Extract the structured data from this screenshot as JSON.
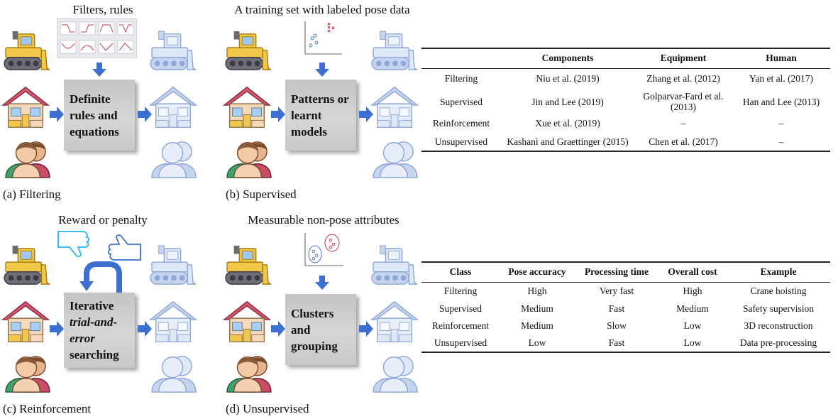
{
  "panels": [
    {
      "title": "Filters, rules",
      "box_lines": [
        "Definite",
        "rules and",
        "equations"
      ],
      "caption": "(a) Filtering"
    },
    {
      "title": "A training set with labeled pose data",
      "box_lines": [
        "Patterns or",
        "learnt",
        "models"
      ],
      "caption": "(b) Supervised"
    },
    {
      "title": "Reward or penalty",
      "box_lines": [
        "Iterative",
        "trial-and-",
        "error",
        "searching"
      ],
      "caption": "(c) Reinforcement"
    },
    {
      "title": "Measurable non-pose attributes",
      "box_lines": [
        "Clusters and",
        "grouping"
      ],
      "caption": "(d) Unsupervised"
    }
  ],
  "icons": [
    "bulldozer-icon",
    "house-icon",
    "people-icon",
    "thumbs-down-icon",
    "thumbs-up-icon",
    "filter-curves-icon",
    "scatter-plot-icon",
    "cluster-plot-icon"
  ],
  "colors": {
    "arrow": "#3d6fd0",
    "bulldozer": "#f0c23a",
    "house_roof": "#d0506a",
    "people_green": "#3fa36b",
    "faded": "#a8bce8"
  },
  "table1": {
    "headers": [
      "",
      "Components",
      "Equipment",
      "Human"
    ],
    "rows": [
      [
        "Filtering",
        "Niu et al. (2019)",
        "Zhang et al. (2012)",
        "Yan et al. (2017)"
      ],
      [
        "Supervised",
        "Jin and Lee (2019)",
        "Golparvar-Fard et al. (2013)",
        "Han and Lee (2013)"
      ],
      [
        "Reinforcement",
        "Xue et al. (2019)",
        "–",
        "–"
      ],
      [
        "Unsupervised",
        "Kashani and Graettinger (2015)",
        "Chen et al. (2017)",
        "–"
      ]
    ]
  },
  "table2": {
    "headers": [
      "Class",
      "Pose accuracy",
      "Processing time",
      "Overall cost",
      "Example"
    ],
    "rows": [
      [
        "Filtering",
        "High",
        "Very fast",
        "High",
        "Crane hoisting"
      ],
      [
        "Supervised",
        "Medium",
        "Fast",
        "Medium",
        "Safety supervision"
      ],
      [
        "Reinforcement",
        "Medium",
        "Slow",
        "Low",
        "3D reconstruction"
      ],
      [
        "Unsupervised",
        "Low",
        "Fast",
        "Low",
        "Data pre-processing"
      ]
    ]
  }
}
